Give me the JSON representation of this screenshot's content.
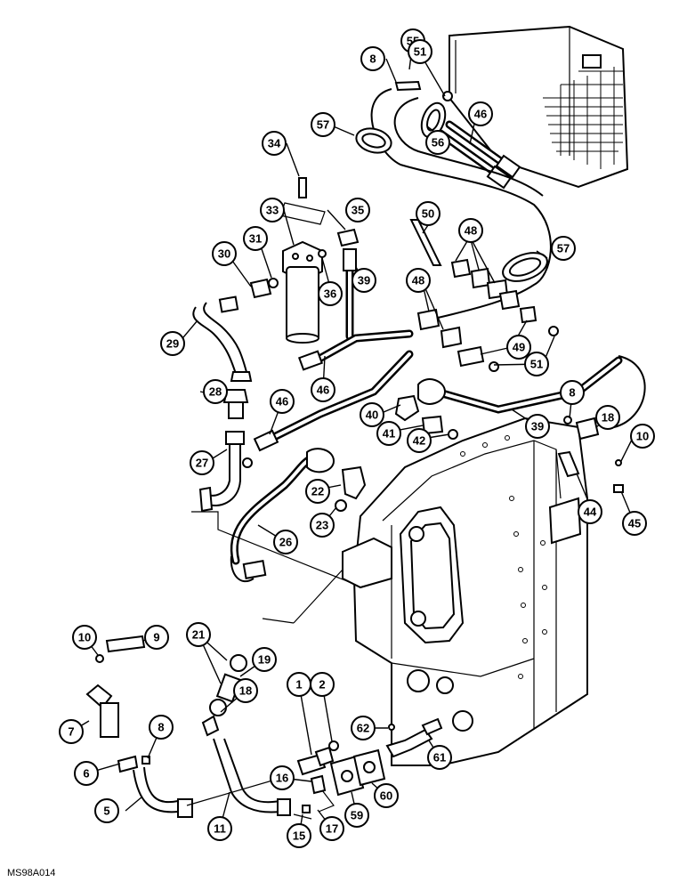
{
  "diagram": {
    "code": "MS98A014",
    "callouts": [
      "55",
      "51",
      "8",
      "46",
      "57",
      "56",
      "34",
      "35",
      "33",
      "50",
      "48",
      "57",
      "31",
      "30",
      "36",
      "39",
      "48",
      "29",
      "49",
      "46",
      "51",
      "28",
      "46",
      "8",
      "18",
      "40",
      "39",
      "10",
      "41",
      "42",
      "27",
      "22",
      "44",
      "45",
      "23",
      "26",
      "10",
      "9",
      "21",
      "19",
      "18",
      "1",
      "2",
      "7",
      "8",
      "62",
      "6",
      "16",
      "60",
      "61",
      "5",
      "59",
      "11",
      "15",
      "17"
    ]
  }
}
